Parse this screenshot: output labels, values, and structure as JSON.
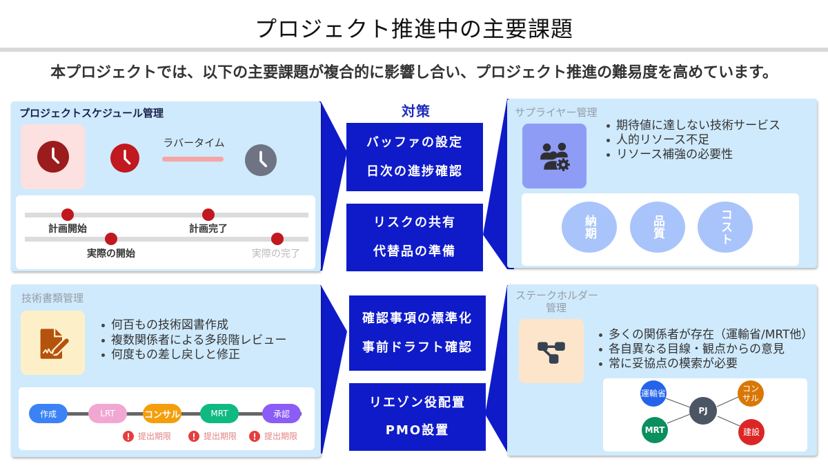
{
  "header": {
    "title": "プロジェクト推進中の主要課題",
    "subtitle": "本プロジェクトでは、以下の主要課題が複合的に影響し合い、プロジェクト推進の難易度を高めています。"
  },
  "countermeasures": {
    "label": "対策",
    "items": [
      {
        "lines": [
          "バッファの設定",
          "日次の進捗確認"
        ]
      },
      {
        "lines": [
          "リスクの共有",
          "代替品の準備"
        ]
      },
      {
        "lines": [
          "確認事項の標準化",
          "事前ドラフト確認"
        ]
      },
      {
        "lines": [
          "リエゾン役配置",
          "PMO設置"
        ]
      }
    ]
  },
  "schedule": {
    "title": "プロジェクトスケジュール管理",
    "icon": "clock-icon",
    "rubber_time_label": "ラバータイム",
    "timeline": {
      "planned": [
        {
          "label": "計画開始"
        },
        {
          "label": "計画完了"
        }
      ],
      "actual": [
        {
          "label": "実際の開始"
        },
        {
          "label": "実際の完了"
        }
      ]
    }
  },
  "supplier": {
    "title": "サプライヤー管理",
    "icon": "team-gear-icon",
    "bullets": [
      "期待値に達しない技術サービス",
      "人的リソース不足",
      "リソース補強の必要性"
    ],
    "factors": [
      "納期",
      "品質",
      "コスト"
    ]
  },
  "documents": {
    "title": "技術書類管理",
    "icon": "document-sign-icon",
    "bullets": [
      "何百もの技術図書作成",
      "複数関係者による多段階レビュー",
      "何度もの差し戻しと修正"
    ],
    "workflow": [
      {
        "label": "作成",
        "color": "#3b82f6"
      },
      {
        "label": "LRT",
        "color": "#f2a7d3"
      },
      {
        "label": "コンサル",
        "color": "#f59e0b"
      },
      {
        "label": "MRT",
        "color": "#10b981"
      },
      {
        "label": "承認",
        "color": "#8b5cf6"
      }
    ],
    "deadlines": [
      "提出期限",
      "提出期限",
      "提出期限"
    ]
  },
  "stakeholders": {
    "title_lines": [
      "ステークホルダー",
      "管理"
    ],
    "icon": "network-icon",
    "bullets": [
      "多くの関係者が存在（運輸省/MRT他）",
      "各自異なる目線・観点からの意見",
      "常に妥協点の模索が必要"
    ],
    "network": {
      "center": {
        "label": "PJ",
        "color": "#4b5563"
      },
      "nodes": [
        {
          "lines": [
            "運輸省"
          ],
          "color": "#2563eb"
        },
        {
          "lines": [
            "MRT"
          ],
          "color": "#0a8f5e"
        },
        {
          "lines": [
            "コン",
            "サル"
          ],
          "color": "#d97706"
        },
        {
          "lines": [
            "建設"
          ],
          "color": "#dc2626"
        }
      ]
    }
  },
  "colors": {
    "accent_blue": "#0f1bc9",
    "panel_bg": "#cfeafc",
    "clock_dark_red": "#9b1c1c",
    "clock_red": "#c0191f",
    "clock_gray": "#6e7484",
    "rubber_bar": "#f6a5a5",
    "factor_circle": "#a9c4fa",
    "warning_red": "#e53e3e"
  }
}
